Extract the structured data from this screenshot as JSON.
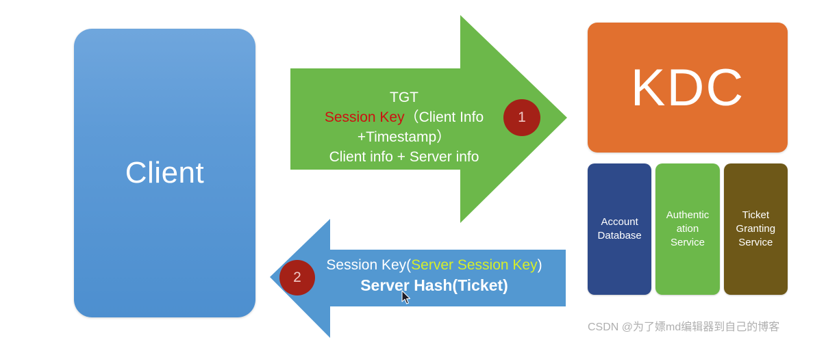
{
  "diagram": {
    "title": "Kerberos KDC authentication exchange",
    "colors": {
      "client_blue_top": "#6FA6DD",
      "client_blue_bottom": "#4D8FCF",
      "kdc_orange": "#E1702F",
      "arrow_green": "#6CB84A",
      "arrow_blue": "#5398D1",
      "badge_red": "#A42117",
      "account_db_blue": "#2E4A8A",
      "auth_service_green": "#6CB84A",
      "tgs_olive": "#6E5818",
      "highlight_red": "#CC1111",
      "highlight_yellow": "#D6EE2A"
    }
  },
  "client": {
    "label": "Client"
  },
  "kdc": {
    "label": "KDC",
    "services": [
      {
        "name": "account-database",
        "label": "Account\nDatabase",
        "color": "#2E4A8A"
      },
      {
        "name": "authentication-service",
        "label": "Authentic\nation\nService",
        "color": "#6CB84A"
      },
      {
        "name": "ticket-granting-service",
        "label": "Ticket\nGranting\nService",
        "color": "#6E5818"
      }
    ]
  },
  "request_arrow": {
    "direction": "right",
    "step_number": "1",
    "line_1": "TGT",
    "line_2_red": "Session Key",
    "line_2_rest": "（Client Info",
    "line_3": "+Timestamp）",
    "line_4": "Client info + Server info"
  },
  "response_arrow": {
    "direction": "left",
    "step_number": "2",
    "line_1_plain": "Session Key(",
    "line_1_yellow": "Server Session Key",
    "line_1_tail": ")",
    "line_2": "Server Hash(Ticket)"
  },
  "watermark": {
    "text": "CSDN @为了嫖md编辑器到自己的博客"
  }
}
